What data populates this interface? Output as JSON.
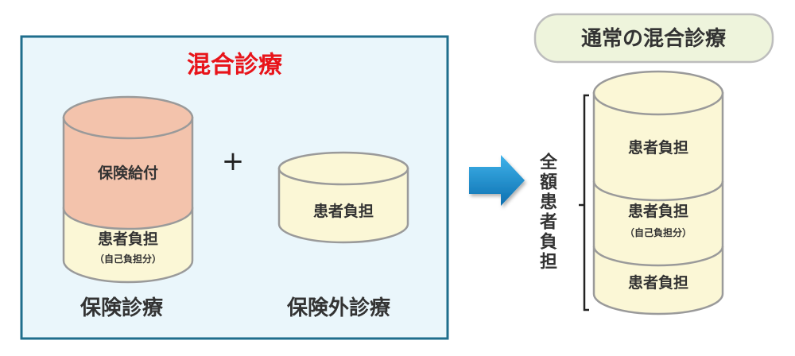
{
  "mixed": {
    "title": "混合診療",
    "insured_cylinder": {
      "top": "保険給付",
      "bottom": "患者負担",
      "bottom_sub": "（自己負担分）"
    },
    "plus": "+",
    "uninsured_cylinder": {
      "label": "患者負担"
    },
    "insured_label": "保険診療",
    "uninsured_label": "保険外診療"
  },
  "normal": {
    "title": "通常の混合診療",
    "bracket_label": [
      "全",
      "額",
      "患",
      "者",
      "負",
      "担"
    ],
    "segments": [
      {
        "label": "患者負担"
      },
      {
        "label": "患者負担",
        "sub": "（自己負担分）"
      },
      {
        "label": "患者負担"
      }
    ]
  },
  "colors": {
    "title_red": "#e8141a",
    "box_border": "#1f6e8c",
    "box_fill": "#eaf6fb",
    "pink": "#f3c3ac",
    "cream": "#fbf7d6",
    "arrow": "#1a8fd0",
    "pill": "#eef4dc"
  }
}
